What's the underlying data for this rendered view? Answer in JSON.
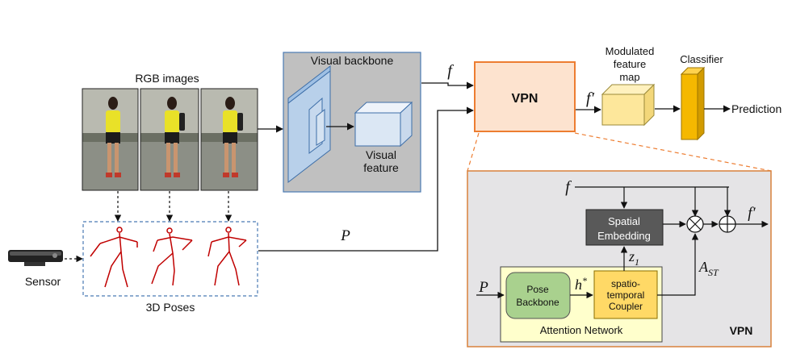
{
  "labels": {
    "rgb_images": "RGB images",
    "visual_backbone": "Visual backbone",
    "visual_feature_line1": "Visual",
    "visual_feature_line2": "feature",
    "sensor": "Sensor",
    "poses_3d": "3D Poses",
    "vpn": "VPN",
    "vpn_corner": "VPN",
    "modulated_line1": "Modulated",
    "modulated_line2": "feature",
    "modulated_line3": "map",
    "classifier": "Classifier",
    "prediction": "Prediction",
    "spatial_line1": "Spatial",
    "spatial_line2": "Embedding",
    "pose_backbone_line1": "Pose",
    "pose_backbone_line2": "Backbone",
    "coupler_line1": "spatio-",
    "coupler_line2": "temporal",
    "coupler_line3": "Coupler",
    "attention_network": "Attention Network"
  },
  "math": {
    "f": "f",
    "f_prime": "f′",
    "P": "P",
    "z1_base": "z",
    "z1_sub": "1",
    "h_base": "h",
    "h_sup": "*",
    "a_base": "A",
    "a_sub": "ST",
    "f_inner": "f",
    "f_prime_inner": "f′",
    "P_inner": "P"
  },
  "colors": {
    "backbone_panel": "#c0c0c0",
    "backbone_border": "#4a7ab3",
    "vpn_fill": "#fde3cf",
    "vpn_border": "#ed7d31",
    "inset_bg": "#e5e4e6",
    "spatial_embedding": "#595959",
    "attention_network": "#ffffcc",
    "pose_backbone": "#a9d18e",
    "coupler": "#ffd966",
    "classifier": "#f5b800",
    "modulated_map": "#fde79b",
    "feature_cube": "#dbe7f4",
    "pose_lines": "#c00000",
    "poses_box_border": "#4a7ab3"
  }
}
